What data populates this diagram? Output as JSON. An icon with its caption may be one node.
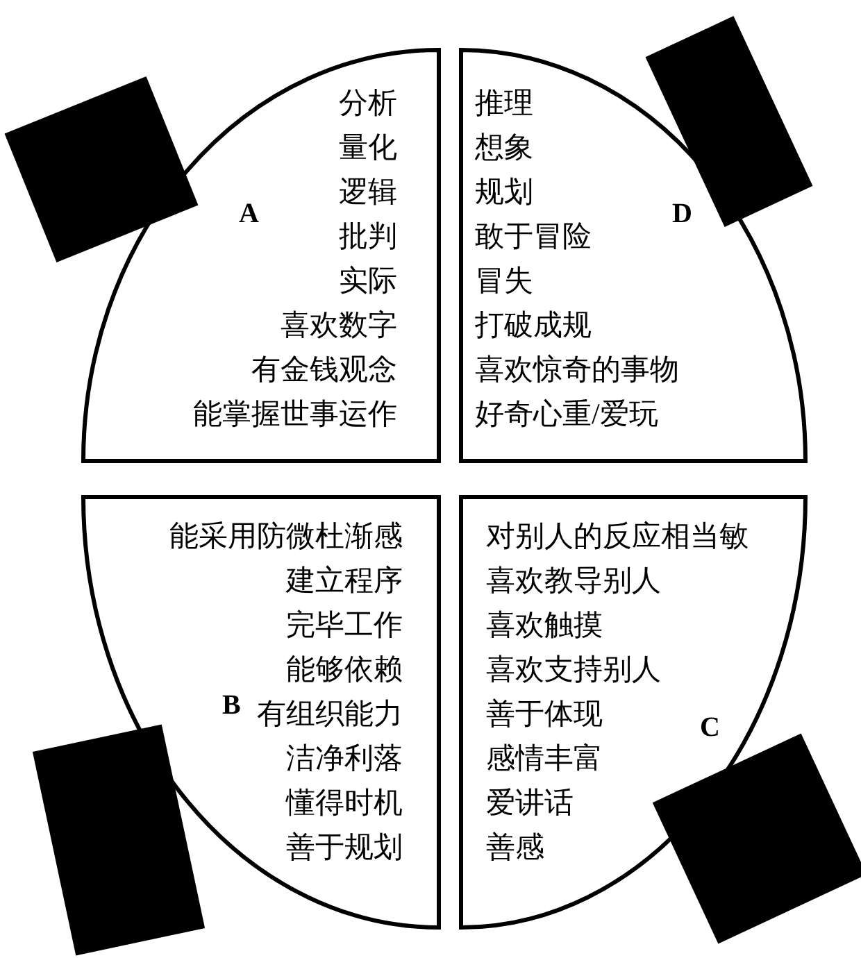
{
  "diagram": {
    "nodes": [
      {
        "text": [
          "分析",
          "量化",
          "逻辑",
          "批判",
          "实际",
          "喜欢数字",
          "有金钱观念",
          "能掌握世事运作",
          "A"
        ]
      },
      {
        "text": [
          "推理",
          "想象",
          "规划",
          "敢于冒险",
          "冒失",
          "打破成规",
          "喜欢惊奇的事物",
          "好奇心重/爱玩",
          "D"
        ]
      },
      {
        "text": [
          "能采用防微杜渐感",
          "建立程序",
          "完毕工作",
          "能够依赖",
          "有组织能力",
          "洁净利落",
          "懂得时机",
          "善于规划",
          "B"
        ]
      },
      {
        "text": [
          "对别人的反应相当敏",
          "喜欢教导别人",
          "喜欢触摸",
          "喜欢支持别人",
          "善于体现",
          "感情丰富",
          "爱讲话",
          "善感",
          "C"
        ]
      }
    ]
  }
}
